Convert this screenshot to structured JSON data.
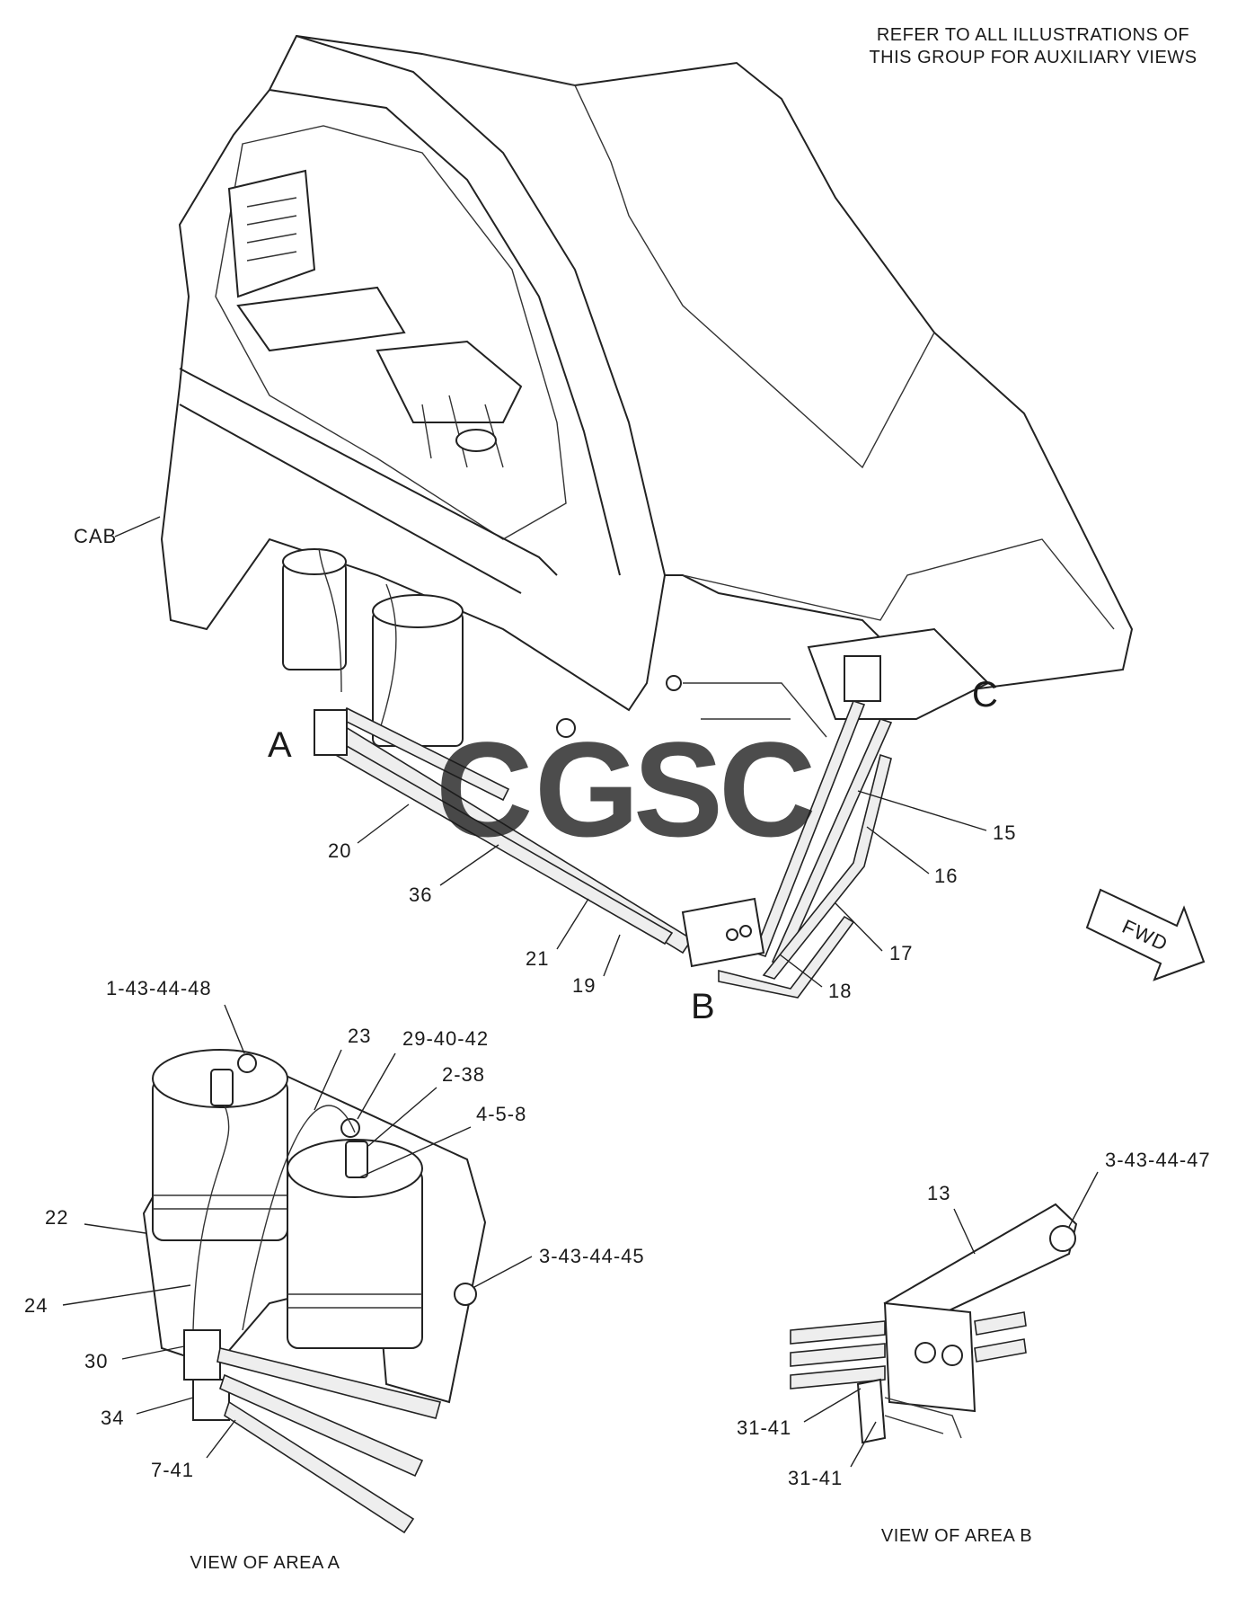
{
  "note": {
    "line1": "REFER TO ALL ILLUSTRATIONS OF",
    "line2": "THIS GROUP FOR AUXILIARY VIEWS"
  },
  "main_view": {
    "cab_label": "CAB",
    "area_letters": [
      "A",
      "B",
      "C"
    ],
    "callouts": [
      "15",
      "16",
      "17",
      "18",
      "19",
      "20",
      "21",
      "36"
    ],
    "fwd_label": "FWD"
  },
  "view_a": {
    "caption": "VIEW OF AREA A",
    "callouts": [
      "1-43-44-48",
      "23",
      "29-40-42",
      "2-38",
      "4-5-8",
      "22",
      "3-43-44-45",
      "24",
      "30",
      "34",
      "7-41"
    ]
  },
  "view_b": {
    "caption": "VIEW OF AREA B",
    "callouts": [
      "3-43-44-47",
      "13",
      "31-41",
      "31-41"
    ]
  },
  "watermark": {
    "letters": [
      "C",
      "G",
      "S",
      "C"
    ],
    "colors": [
      "#4a86e8",
      "#ea6d6d",
      "#f5cd47",
      "#4caf7d"
    ]
  }
}
